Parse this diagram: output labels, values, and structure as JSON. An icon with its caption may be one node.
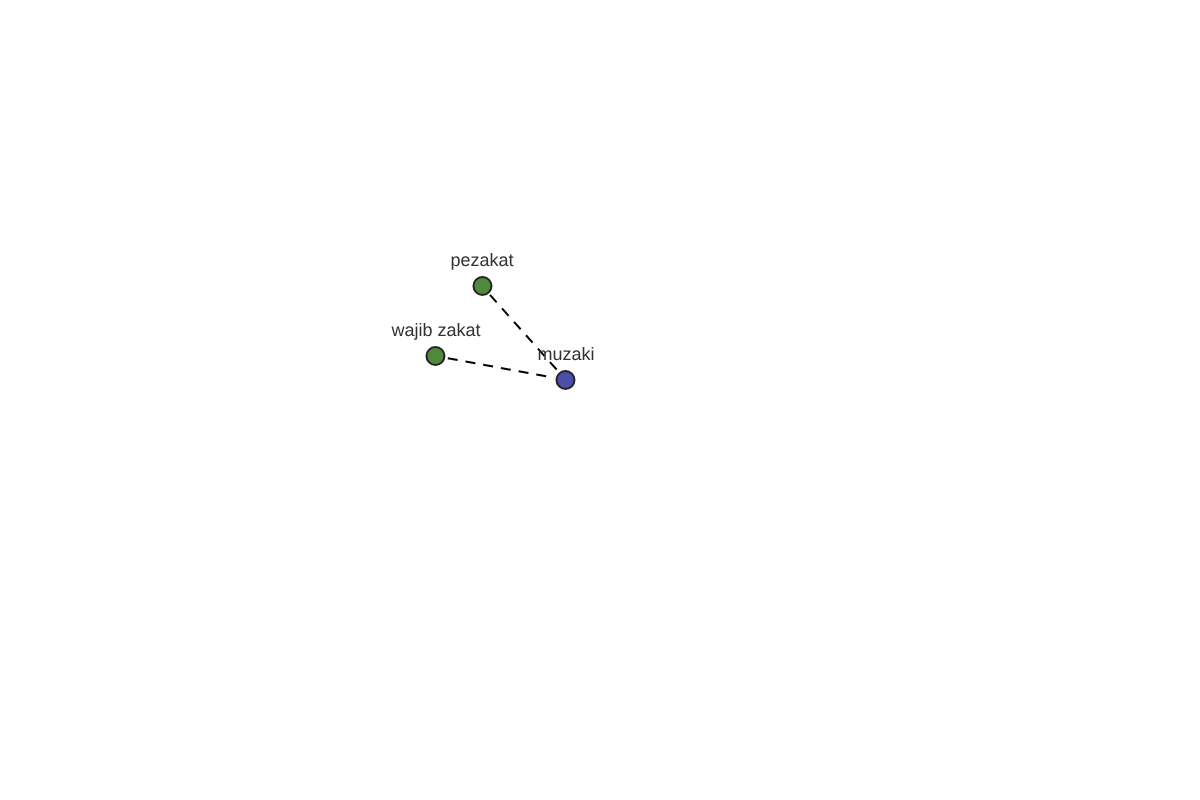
{
  "diagram": {
    "nodes": [
      {
        "text": [
          "pezakat"
        ]
      },
      {
        "text": [
          "wajib zakat"
        ]
      },
      {
        "text": [
          "muzaki"
        ]
      }
    ],
    "edges": [
      {
        "from": 0,
        "to": 2,
        "arrow": "none",
        "style": "dashed"
      },
      {
        "from": 1,
        "to": 2,
        "arrow": "none",
        "style": "dashed"
      }
    ]
  }
}
